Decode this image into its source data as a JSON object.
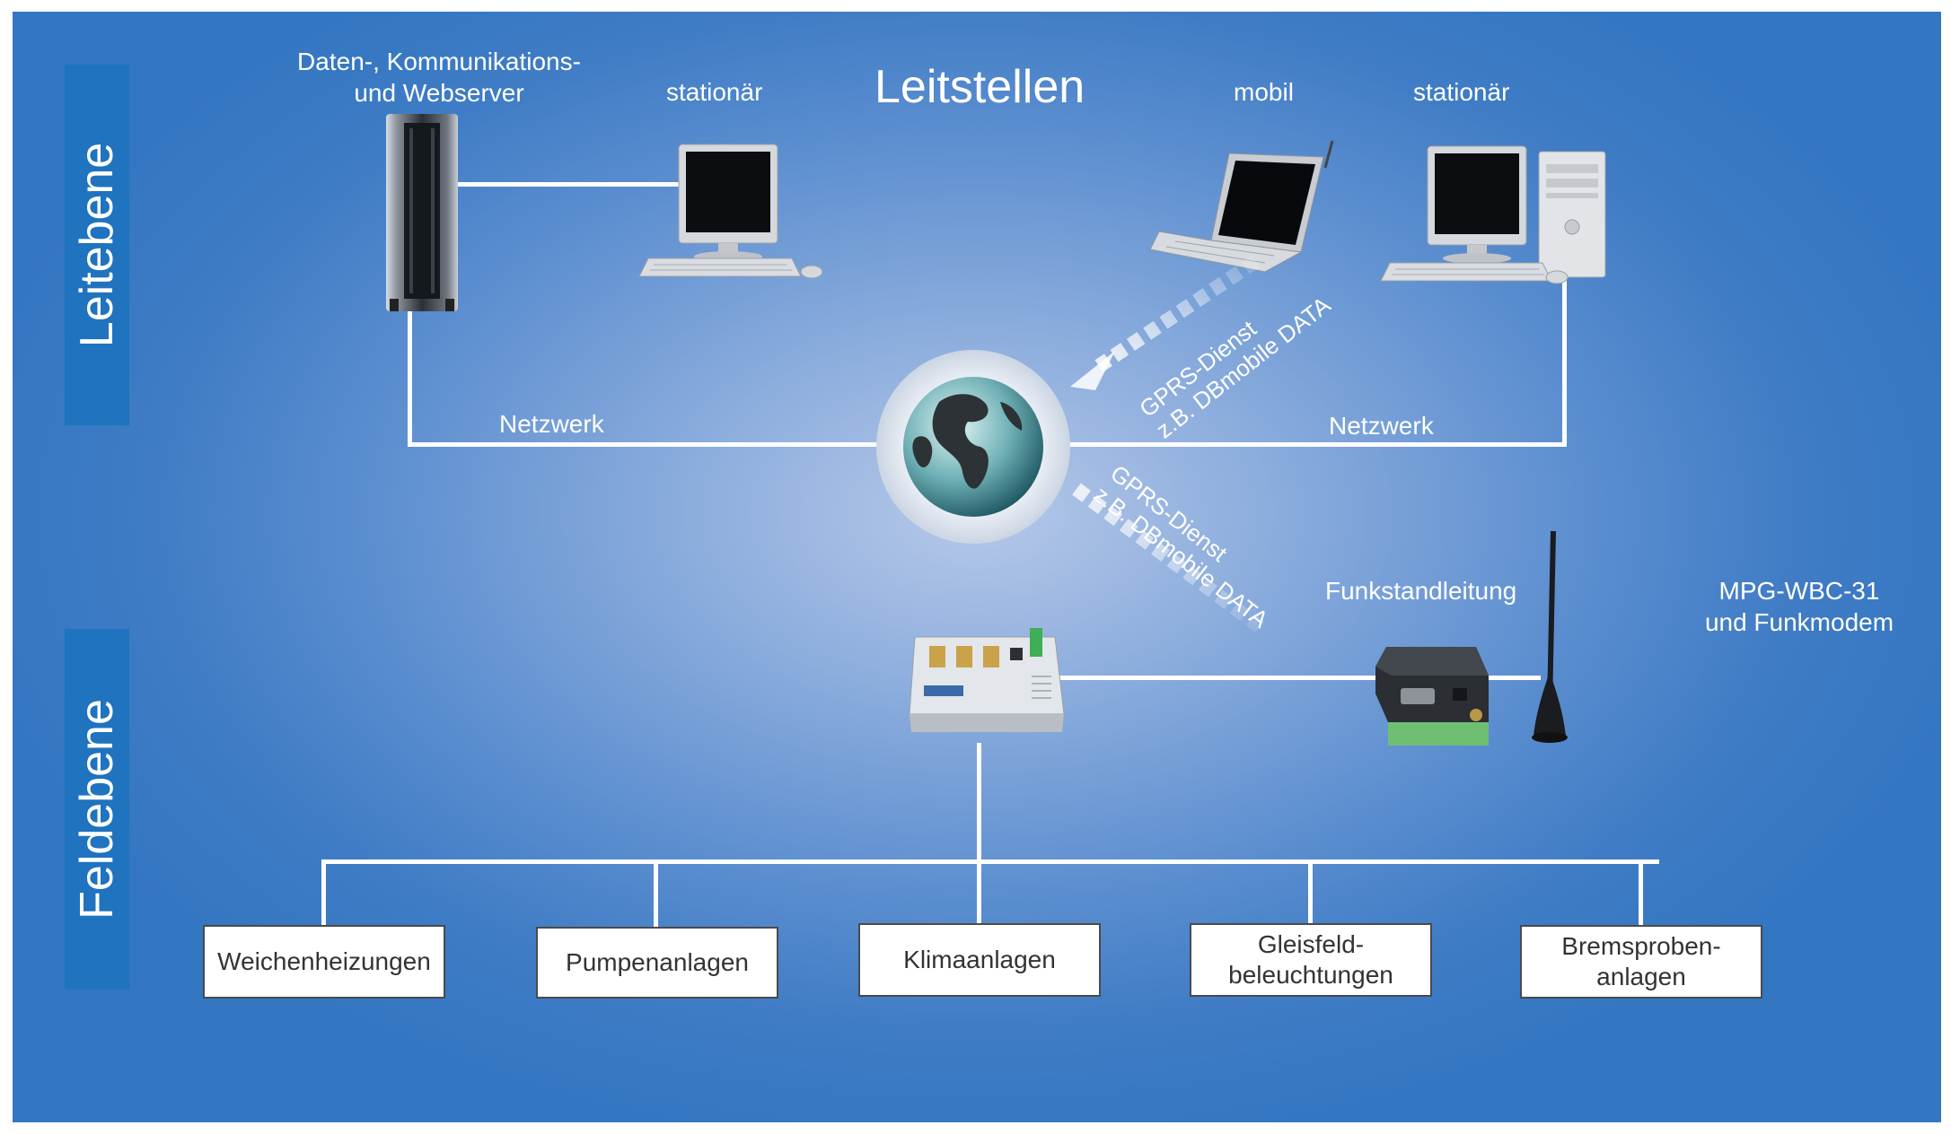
{
  "levels": {
    "top": "Leitebene",
    "bottom": "Feldebene"
  },
  "header": {
    "title": "Leitstellen"
  },
  "devices": {
    "server_line1": "Daten-, Kommunikations-",
    "server_line2": "und Webserver",
    "stationary_left": "stationär",
    "mobile": "mobil",
    "stationary_right": "stationär"
  },
  "network": {
    "left": "Netzwerk",
    "right": "Netzwerk"
  },
  "gprs_top": {
    "line1": "GPRS-Dienst",
    "line2": "z.B. DBmobile DATA"
  },
  "gprs_bottom": {
    "line1": "GPRS-Dienst",
    "line2": "z.B. DBmobile DATA"
  },
  "radio": {
    "label": "Funkstandleitung"
  },
  "modem": {
    "line1": "MPG-WBC-31",
    "line2": "und Funkmodem"
  },
  "field_devices": [
    {
      "label": "Weichenheizungen"
    },
    {
      "label": "Pumpenanlagen"
    },
    {
      "label": "Klimaanlagen"
    },
    {
      "label": "Gleisfeld-\nbeleuchtungen"
    },
    {
      "label": "Bremsproben-\nanlagen"
    }
  ],
  "colors": {
    "band": "#1f73bf",
    "background_edge": "#3376c1",
    "background_center": "#b6c8e9",
    "line": "#ffffff"
  }
}
